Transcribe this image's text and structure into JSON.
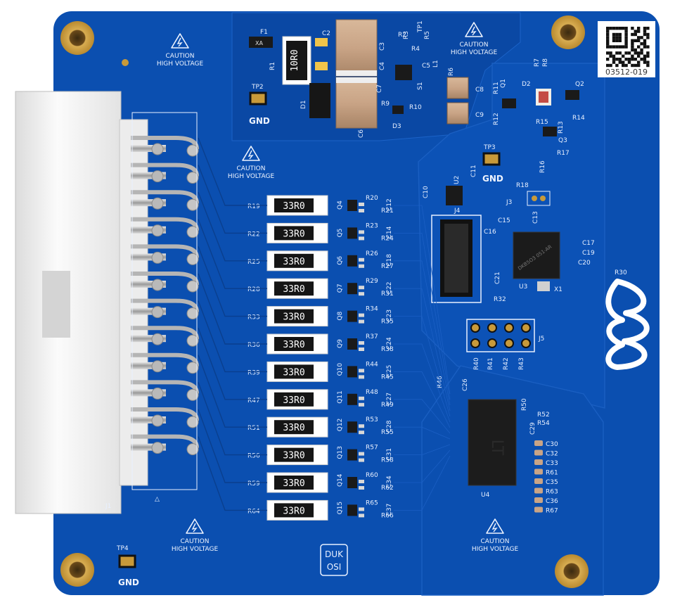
{
  "board": {
    "qr_id": "03512-019",
    "logo_line1": "DUK",
    "logo_line2": "OSI",
    "connector_ref": "J1",
    "colors": {
      "pcb": "#0b4fb0",
      "pcb_dark": "#083e8f",
      "silk": "#e8f0ff",
      "gold": "#c89a3a",
      "connector": "#f1f1f1"
    }
  },
  "caution": {
    "line1": "CAUTION",
    "line2": "HIGH VOLTAGE"
  },
  "testpoints": {
    "tp1": "TP1",
    "tp2": "TP2",
    "tp3": "TP3",
    "tp4": "TP4",
    "gnd": "GND"
  },
  "power_section": {
    "f1": "F1",
    "xa": "XA",
    "r1": "R1",
    "r1_value": "10R0",
    "d1": "D1",
    "c2": "C2",
    "r2": "R2",
    "r3": "R3",
    "r4": "R4",
    "r5": "R5",
    "c3": "C3",
    "c4": "C4",
    "c5": "C5",
    "l1": "L1",
    "r6": "R6",
    "c7": "C7",
    "s1": "S1",
    "r9": "R9",
    "r10": "R10",
    "d3": "D3",
    "c6": "C6",
    "c8": "C8",
    "c9": "C9"
  },
  "resistors": [
    {
      "ref": "R19",
      "value": "33R0",
      "q": "Q4",
      "r_a": "R20",
      "c": "C12",
      "r_b": "R21"
    },
    {
      "ref": "R22",
      "value": "33R0",
      "q": "Q5",
      "r_a": "R23",
      "c": "C14",
      "r_b": "R24"
    },
    {
      "ref": "R25",
      "value": "33R0",
      "q": "Q6",
      "r_a": "R26",
      "c": "C18",
      "r_b": "R27"
    },
    {
      "ref": "R28",
      "value": "33R0",
      "q": "Q7",
      "r_a": "R29",
      "c": "C22",
      "r_b": "R31"
    },
    {
      "ref": "R33",
      "value": "33R0",
      "q": "Q8",
      "r_a": "R34",
      "c": "C23",
      "r_b": "R35"
    },
    {
      "ref": "R36",
      "value": "33R0",
      "q": "Q9",
      "r_a": "R37",
      "c": "C24",
      "r_b": "R38"
    },
    {
      "ref": "R39",
      "value": "33R0",
      "q": "Q10",
      "r_a": "R44",
      "c": "C25",
      "r_b": "R45"
    },
    {
      "ref": "R47",
      "value": "33R0",
      "q": "Q11",
      "r_a": "R48",
      "c": "C27",
      "r_b": "R49"
    },
    {
      "ref": "R51",
      "value": "33R0",
      "q": "Q12",
      "r_a": "R53",
      "c": "C28",
      "r_b": "R55"
    },
    {
      "ref": "R56",
      "value": "33R0",
      "q": "Q13",
      "r_a": "R57",
      "c": "C31",
      "r_b": "R58"
    },
    {
      "ref": "R59",
      "value": "33R0",
      "q": "Q14",
      "r_a": "R60",
      "c": "C34",
      "r_b": "R62"
    },
    {
      "ref": "R64",
      "value": "33R0",
      "q": "Q15",
      "r_a": "R65",
      "c": "C37",
      "r_b": "R66"
    }
  ],
  "status_section": {
    "q1": "Q1",
    "d2": "D2",
    "r7": "R7",
    "r8": "R8",
    "q2": "Q2",
    "r11": "R11",
    "r12": "R12",
    "r15": "R15",
    "r13": "R13",
    "r14": "R14",
    "q3": "Q3",
    "r16": "R16",
    "r17": "R17"
  },
  "mcu_section": {
    "c10": "C10",
    "u2": "U2",
    "c11": "C11",
    "r18": "R18",
    "j3": "J3",
    "j4": "J4",
    "c15": "C15",
    "c13": "C13",
    "c16": "C16",
    "u3": "U3",
    "u3_marking": "DKB5O3 051-AR",
    "c17": "C17",
    "c19": "C19",
    "c20": "C20",
    "c21": "C21",
    "r32": "R32",
    "x1": "X1",
    "r30": "R30",
    "j5": "J5",
    "r40": "R40",
    "r41": "R41",
    "r42": "R42",
    "r43": "R43"
  },
  "afe_section": {
    "r46": "R46",
    "c26": "C26",
    "u4": "U4",
    "r50": "R50",
    "r52": "R52",
    "r54": "R54",
    "c29": "C29",
    "side_labels": [
      "C30",
      "C32",
      "C33",
      "R61",
      "C35",
      "R63",
      "C36",
      "R67"
    ]
  }
}
